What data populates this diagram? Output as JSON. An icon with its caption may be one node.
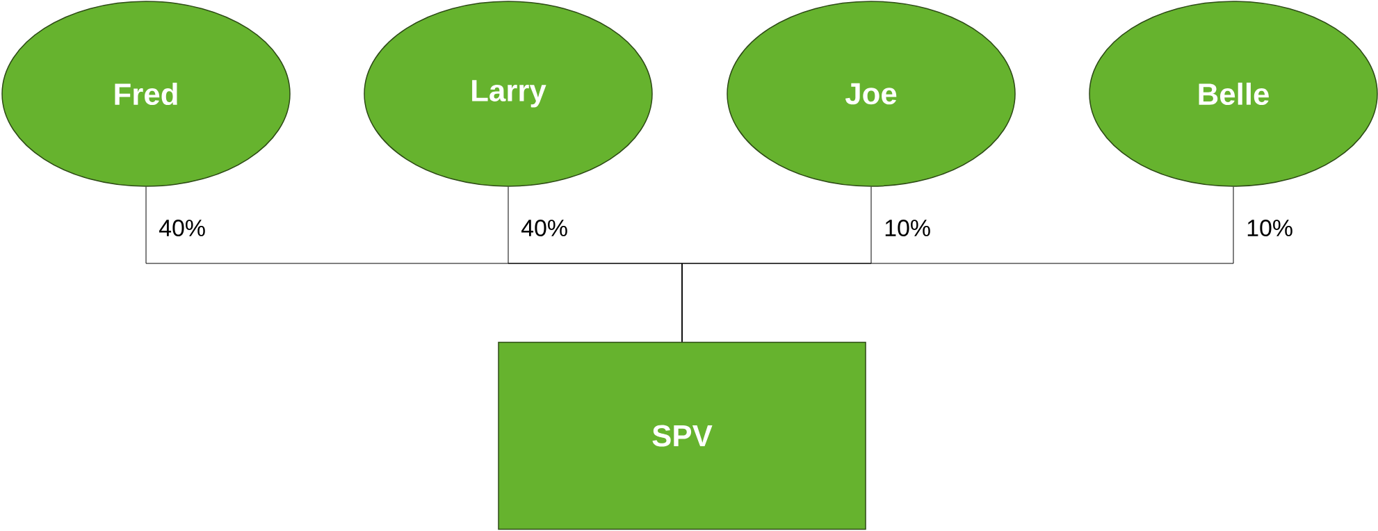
{
  "diagram": {
    "nodes": [
      {
        "text": [
          "Fred"
        ]
      },
      {
        "text": [
          "Larry"
        ]
      },
      {
        "text": [
          "Joe"
        ]
      },
      {
        "text": [
          "Belle"
        ]
      },
      {
        "text": [
          "SPV"
        ]
      }
    ],
    "edges": [
      {
        "from": 0,
        "to": 4,
        "arrow": "none",
        "label": "40%"
      },
      {
        "from": 1,
        "to": 4,
        "arrow": "none",
        "label": "40%"
      },
      {
        "from": 2,
        "to": 4,
        "arrow": "none",
        "label": "10%"
      },
      {
        "from": 3,
        "to": 4,
        "arrow": "none",
        "label": "10%"
      }
    ]
  }
}
